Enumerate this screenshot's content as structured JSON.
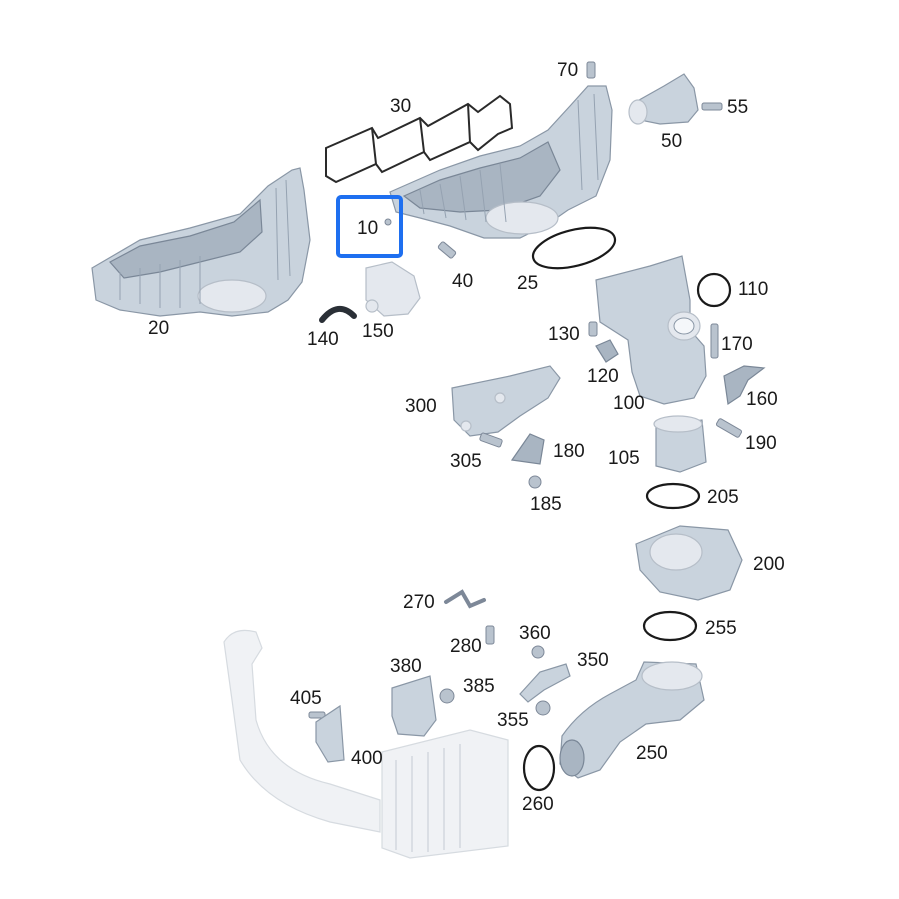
{
  "highlight_color": "#1e6ff0",
  "highlighted_part": "10",
  "labels": {
    "p10": "10",
    "p20": "20",
    "p25": "25",
    "p30": "30",
    "p40": "40",
    "p50": "50",
    "p55": "55",
    "p70": "70",
    "p100": "100",
    "p105": "105",
    "p110": "110",
    "p120": "120",
    "p130": "130",
    "p140": "140",
    "p150": "150",
    "p160": "160",
    "p170": "170",
    "p180": "180",
    "p185": "185",
    "p190": "190",
    "p200": "200",
    "p205": "205",
    "p250": "250",
    "p255": "255",
    "p260": "260",
    "p270": "270",
    "p280": "280",
    "p300": "300",
    "p305": "305",
    "p350": "350",
    "p355": "355",
    "p360": "360",
    "p380": "380",
    "p385": "385",
    "p400": "400",
    "p405": "405"
  }
}
